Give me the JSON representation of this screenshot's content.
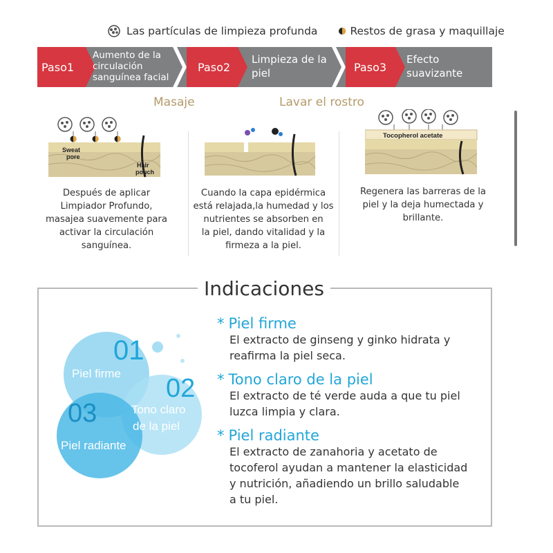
{
  "legend": {
    "deep_particles": "Las partículas de limpieza profunda",
    "residue": "Restos de grasa y maquillaje"
  },
  "steps": [
    {
      "label": "Paso1",
      "desc_lines": [
        "Aumento de la",
        "circulación",
        "sanguínea facial"
      ]
    },
    {
      "label": "Paso2",
      "desc_lines": [
        "Limpieza de la",
        "piel"
      ]
    },
    {
      "label": "Paso3",
      "desc_lines": [
        "Efecto",
        "suavizante"
      ]
    }
  ],
  "phases": {
    "massage": "Masaje",
    "wash": "Lavar el rostro"
  },
  "panels": [
    {
      "diagram_labels": {
        "sweat": "Sweat",
        "pore": "pore",
        "hair": "Hair",
        "pouch": "pouch"
      },
      "desc_lines": [
        "Después de aplicar",
        "Limpiador Profundo,",
        "masajea suavemente para",
        "activar la circulación",
        "sanguínea."
      ]
    },
    {
      "desc_lines": [
        "Cuando la capa epidérmica",
        "está relajada,la humedad y los",
        "nutrientes se absorben en",
        "la piel, dando vitalidad y la",
        "firmeza a la piel."
      ]
    },
    {
      "diagram_labels": {
        "tocopherol": "Tocopherol acetate"
      },
      "desc_lines": [
        "Regenera las barreras de la",
        "piel y la deja humectada y",
        "brillante."
      ]
    }
  ],
  "indications": {
    "title": "Indicaciones",
    "circles": [
      {
        "num": "01",
        "label": "Piel firme"
      },
      {
        "num": "02",
        "label_lines": [
          "Tono claro",
          "de la piel"
        ]
      },
      {
        "num": "03",
        "label": "Piel radiante"
      }
    ],
    "items": [
      {
        "title": "Piel firme",
        "lines": [
          "El extracto de ginseng y ginko hidrata y",
          "reafirma la piel seca."
        ]
      },
      {
        "title": "Tono claro de la piel",
        "lines": [
          "El extracto de té verde auda a que tu piel",
          "luzca limpia y clara."
        ]
      },
      {
        "title": "Piel radiante",
        "lines": [
          "El extracto de zanahoria y acetato de",
          "tocoferol ayudan a mantener la elasticidad",
          "y nutrición, añadiendo un brillo saludable",
          "a tu piel."
        ]
      }
    ],
    "star": "*"
  },
  "colors": {
    "step_red": "#d63740",
    "step_gray": "#7f8082",
    "accent_blue": "#22a6d8",
    "phase_gold": "#b49a6a"
  }
}
